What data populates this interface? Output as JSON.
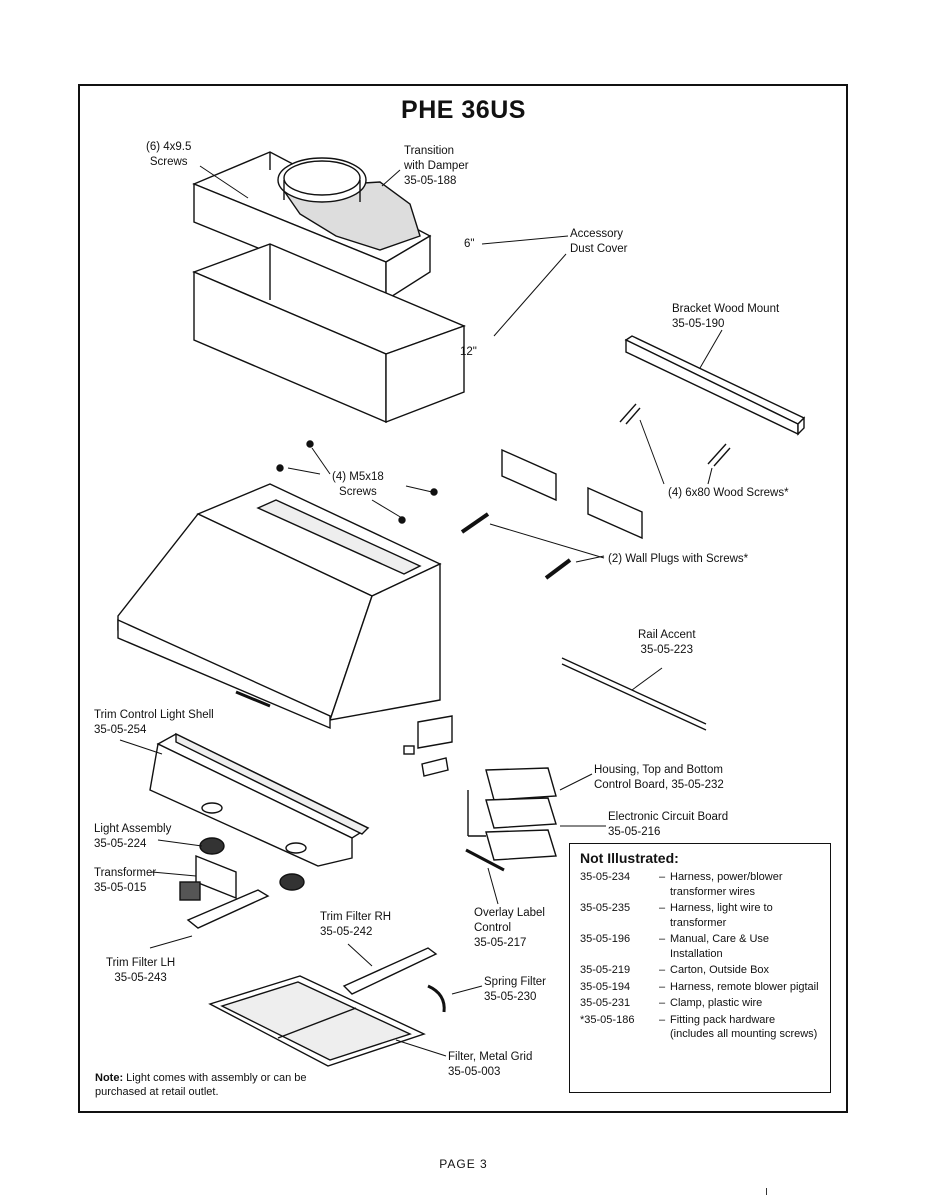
{
  "title": "PHE 36US",
  "labels": {
    "screws_4x95": "(6) 4x9.5\nScrews",
    "transition": "Transition\nwith Damper\n35-05-188",
    "dim_6": "6\"",
    "accessory": "Accessory\nDust Cover",
    "dim_12": "12\"",
    "bracket": "Bracket Wood Mount\n35-05-190",
    "m5x18": "(4) M5x18\nScrews",
    "wood_screws": "(4) 6x80 Wood Screws*",
    "wall_plugs": "(2) Wall Plugs with Screws*",
    "rail_accent": "Rail Accent\n35-05-223",
    "trim_shell": "Trim Control Light Shell\n35-05-254",
    "housing": "Housing, Top and Bottom\nControl Board, 35-05-232",
    "circuit": "Electronic Circuit Board\n35-05-216",
    "light_assembly": "Light Assembly\n35-05-224",
    "transformer": "Transformer\n35-05-015",
    "trim_rh": "Trim Filter RH\n35-05-242",
    "overlay": "Overlay Label\nControl\n35-05-217",
    "trim_lh": "Trim Filter LH\n35-05-243",
    "spring_filter": "Spring Filter\n35-05-230",
    "metal_grid": "Filter, Metal Grid\n35-05-003"
  },
  "not_illustrated": {
    "heading": "Not Illustrated:",
    "items": [
      {
        "marker": "",
        "part": "35-05-234",
        "desc": "Harness, power/blower transformer wires"
      },
      {
        "marker": "",
        "part": "35-05-235",
        "desc": "Harness, light wire to transformer"
      },
      {
        "marker": "",
        "part": "35-05-196",
        "desc": "Manual, Care & Use Installation"
      },
      {
        "marker": "",
        "part": "35-05-219",
        "desc": "Carton, Outside Box"
      },
      {
        "marker": "",
        "part": "35-05-194",
        "desc": "Harness, remote blower pigtail"
      },
      {
        "marker": "",
        "part": "35-05-231",
        "desc": "Clamp, plastic wire"
      },
      {
        "marker": "*",
        "part": "35-05-186",
        "desc": "Fitting pack hardware (includes all mounting screws)"
      }
    ]
  },
  "note": {
    "prefix": "Note:",
    "text": "Light comes with assembly or can be\npurchased at retail outlet."
  },
  "page": "PAGE 3"
}
